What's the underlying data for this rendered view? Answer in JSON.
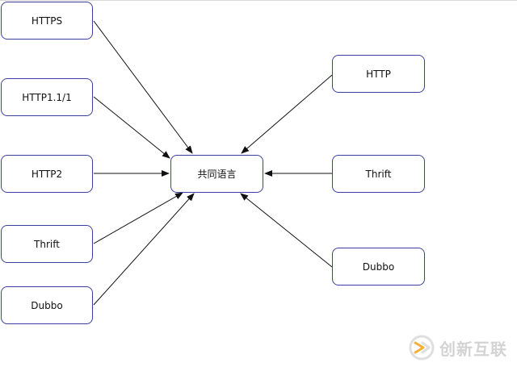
{
  "diagram": {
    "center": {
      "label": "共同语言"
    },
    "left_nodes": [
      {
        "label": "HTTPS"
      },
      {
        "label": "HTTP1.1/1"
      },
      {
        "label": "HTTP2"
      },
      {
        "label": "Thrift"
      },
      {
        "label": "Dubbo"
      }
    ],
    "right_nodes": [
      {
        "label": "HTTP"
      },
      {
        "label": "Thrift"
      },
      {
        "label": "Dubbo"
      }
    ]
  },
  "watermark": {
    "text": "创新互联"
  },
  "colors": {
    "node_border": "#3b3fa0",
    "edge": "#111111",
    "watermark_accent": "#f5a623",
    "watermark_text": "#cfcfcf"
  },
  "icons": {
    "watermark_logo": "brand-logo-icon"
  }
}
